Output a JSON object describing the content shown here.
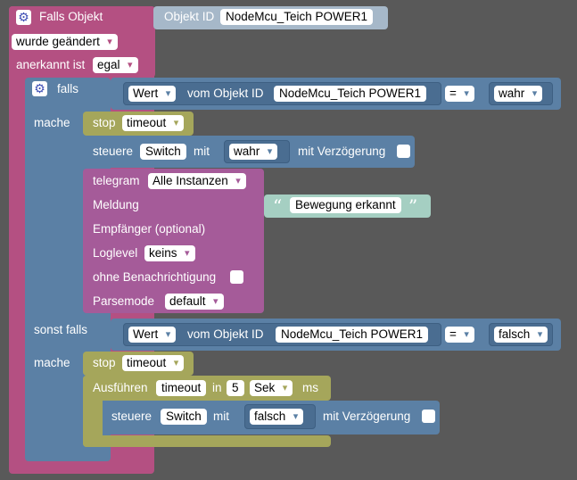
{
  "trigger": {
    "title": "Falls Objekt",
    "object_id_label": "Objekt ID",
    "object_id_value": "NodeMcu_Teich POWER1",
    "changed_option": "wurde geändert",
    "ack_label": "anerkannt ist",
    "ack_option": "egal"
  },
  "if_block": {
    "falls_label": "falls",
    "mache_label": "mache",
    "sonst_falls_label": "sonst falls",
    "mache2_label": "mache"
  },
  "condition1": {
    "value_option": "Wert",
    "from_object_label": "vom Objekt ID",
    "object_id": "NodeMcu_Teich POWER1",
    "operator": "=",
    "compare_value": "wahr"
  },
  "stop1": {
    "label": "stop",
    "timer": "timeout"
  },
  "control1": {
    "label": "steuere",
    "object": "Switch",
    "with_label": "mit",
    "value": "wahr",
    "delay_label": "mit Verzögerung"
  },
  "telegram": {
    "label": "telegram",
    "instance_option": "Alle Instanzen",
    "message_label": "Meldung",
    "message_text": "Bewegung erkannt",
    "recipient_label": "Empfänger (optional)",
    "loglevel_label": "Loglevel",
    "loglevel_option": "keins",
    "no_notify_label": "ohne Benachrichtigung",
    "parsemode_label": "Parsemode",
    "parsemode_option": "default"
  },
  "condition2": {
    "value_option": "Wert",
    "from_object_label": "vom Objekt ID",
    "object_id": "NodeMcu_Teich POWER1",
    "operator": "=",
    "compare_value": "falsch"
  },
  "stop2": {
    "label": "stop",
    "timer": "timeout"
  },
  "timeout_block": {
    "label": "Ausführen",
    "timer": "timeout",
    "in_label": "in",
    "delay": "5",
    "unit_option": "Sek",
    "ms_label": "ms"
  },
  "control2": {
    "label": "steuere",
    "object": "Switch",
    "with_label": "mit",
    "value": "falsch",
    "delay_label": "mit Verzögerung"
  },
  "colors": {
    "background": "#595959",
    "trigger": "#b45082",
    "logic": "#5b80a5",
    "timer": "#a5a65b",
    "telegram": "#a55b99",
    "text": "#a5cfc2"
  },
  "icons": {
    "block_gear": "gear-icon",
    "quote": "quote-icon"
  }
}
